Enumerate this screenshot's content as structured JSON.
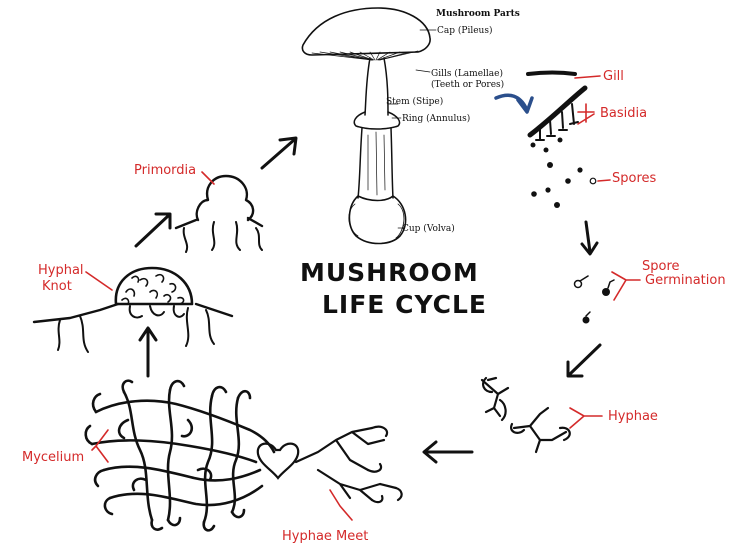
{
  "center_title": {
    "line1": "MUSHROOM",
    "line2": "LIFE CYCLE"
  },
  "mushroom": {
    "heading": "Mushroom Parts",
    "cap": "Cap (Pileus)",
    "gills_line1": "Gills (Lamellae)",
    "gills_line2": "(Teeth or Pores)",
    "stem": "Stem (Stipe)",
    "ring": "Ring (Annulus)",
    "cup": "Cup (Volva)"
  },
  "stages": {
    "gill": "Gill",
    "basidia": "Basidia",
    "spores": "Spores",
    "spore_germination_line1": "Spore",
    "spore_germination_line2": "Germination",
    "hyphae": "Hyphae",
    "hyphae_meet": "Hyphae Meet",
    "mycelium": "Mycelium",
    "hyphal_knot_line1": "Hyphal",
    "hyphal_knot_line2": "Knot",
    "primordia": "Primordia"
  },
  "colors": {
    "ink": "#111111",
    "label_red": "#d42a2a",
    "arrow_blue": "#2b4f8c"
  }
}
